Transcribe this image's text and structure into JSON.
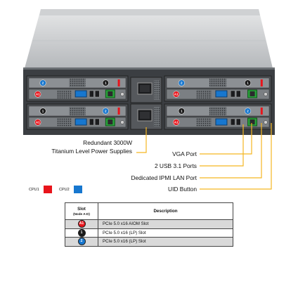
{
  "callouts": {
    "power_line1": "Redundant 3000W",
    "power_line2": "Titanium Level Power Supplies",
    "vga": "VGA Port",
    "usb": "2 USB 3.1 Ports",
    "ipmi": "Dedicated IPMI LAN Port",
    "uid": "UID Button"
  },
  "legend": [
    {
      "label": "CPU1",
      "color": "#e8141b"
    },
    {
      "label": "CPU2",
      "color": "#1777cf"
    }
  ],
  "table": {
    "header_slot": "Slot",
    "header_slot_sub": "(Node A-D)",
    "header_desc": "Description",
    "rows": [
      {
        "badge": "A1",
        "badge_color": "#e8141b",
        "desc": "PCIe 5.0 x16 AIOM Slot"
      },
      {
        "badge": "1",
        "badge_color": "#1a1a1a",
        "desc": "PCIe 5.0 x16 (LP) Slot"
      },
      {
        "badge": "2",
        "badge_color": "#1777cf",
        "desc": "PCIe 5.0 x16 (LP) Slot"
      }
    ]
  },
  "chassis_badges": [
    "2",
    "1",
    "A1",
    "2",
    "1",
    "A1",
    "1",
    "2",
    "A1",
    "1",
    "2",
    "A1"
  ],
  "colors": {
    "leader": "#f5b622",
    "chassis_dark": "#4b4e52",
    "chassis_light": "#8c9094",
    "cpu1": "#e8141b",
    "cpu2": "#1777cf",
    "port_green": "#29a23a"
  }
}
